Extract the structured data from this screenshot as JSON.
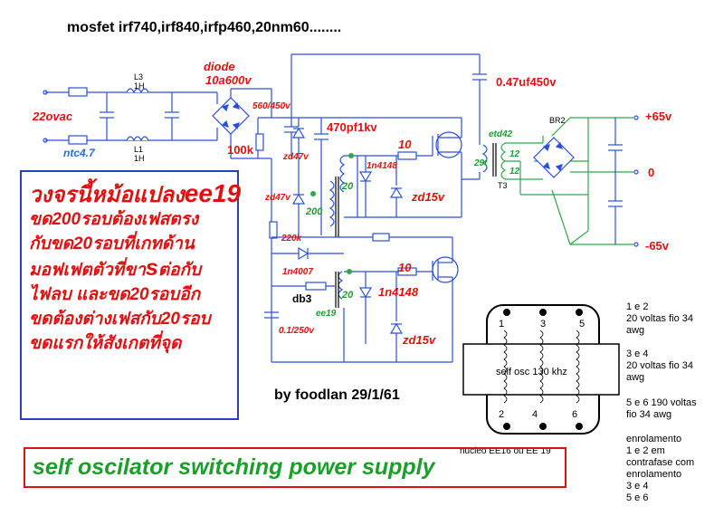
{
  "title": "mosfet irf740,irf840,irfp460,20nm60........",
  "labels": {
    "input_voltage": "22ovac",
    "ntc": "ntc4.7",
    "l3": "L3",
    "l3_val": "1H",
    "l1": "L1",
    "l1_val": "1H",
    "diode_type": "diode",
    "diode_rating": "10a600v",
    "cap_560": "560/450v",
    "res_100k": "100k",
    "cap_470pf": "470pf1kv",
    "zd47_top": "zd47v",
    "zd47_mid": "zd47v",
    "res_10_top": "10",
    "d1n4148_top": "1n4148",
    "zd15_top": "zd15v",
    "wind_20_top": "20",
    "wind_200": "200",
    "res_220k": "220k",
    "d1n4007": "1n4007",
    "db3": "db3",
    "cap_01": "0.1/250v",
    "ee19": "ee19",
    "wind_20_bot": "20",
    "res_10_bot": "10",
    "d1n4148_bot": "1n4148",
    "zd15_bot": "zd15v",
    "cap_047": "0.47uf450v",
    "etd42": "etd42",
    "t3": "T3",
    "sec_29t": "29t",
    "sec_12a": "12",
    "sec_12b": "12",
    "br2": "BR2",
    "out_pos": "+65v",
    "out_zero": "0",
    "out_neg": "-65v"
  },
  "thai_note": {
    "line1_prefix": "วงจรนี้หม้อแปลง",
    "line1_em": "ee19",
    "line2": "ขด200รอบต้องเฟสตรง",
    "line3": "กับขด20รอบที่เกทด้าน",
    "line4_prefix": "มอฟเฟตตัวที่ขา",
    "line4_em": "s",
    "line4_suffix": "ต่อกับ",
    "line5": "ไฟลบ และขด20รอบอีก",
    "line6": "ขดต้องต่างเฟสกับ20รอบ",
    "line7": "ขดแรกให้สังเกตที่จุด"
  },
  "byline": "by foodlan 29/1/61",
  "core": {
    "text": "self osc 130 khz",
    "pins_top": [
      "1",
      "3",
      "5"
    ],
    "pins_bottom": [
      "2",
      "4",
      "6"
    ],
    "nucleo": "nucleo EE16 ou EE 19"
  },
  "winding_notes": {
    "n1": [
      "1 e 2",
      "20 voltas fio 34",
      "awg"
    ],
    "n2": [
      "3 e 4",
      "20 voltas fio 34",
      "awg"
    ],
    "n3": [
      "5 e 6 190 voltas",
      "fio 34 awg"
    ],
    "n4": [
      "enrolamento",
      "1 e 2  em",
      "contrafase com",
      "enrolamento",
      " 3 e 4",
      " 5 e 6"
    ]
  },
  "banner": "self oscilator switching power supply",
  "colors": {
    "wire": "#2a4fd8",
    "wire_green": "#2ea84a",
    "text_red": "#e01010",
    "text_blue": "#2a6fd6",
    "text_green": "#1d9e2c",
    "box_border": "#2244bb"
  }
}
